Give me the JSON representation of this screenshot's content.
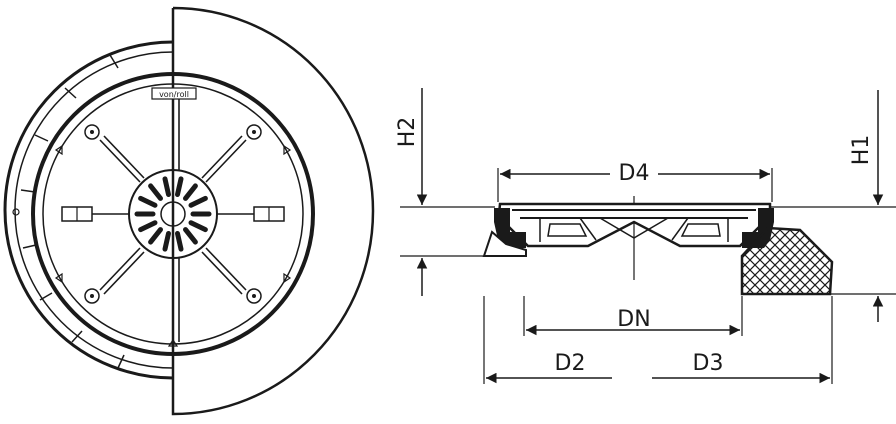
{
  "plan_view": {
    "brand_mark": "von/roll"
  },
  "section_view": {
    "labels": {
      "h1": "H1",
      "h2": "H2",
      "d4": "D4",
      "dn": "DN",
      "d2": "D2",
      "d3": "D3"
    }
  }
}
